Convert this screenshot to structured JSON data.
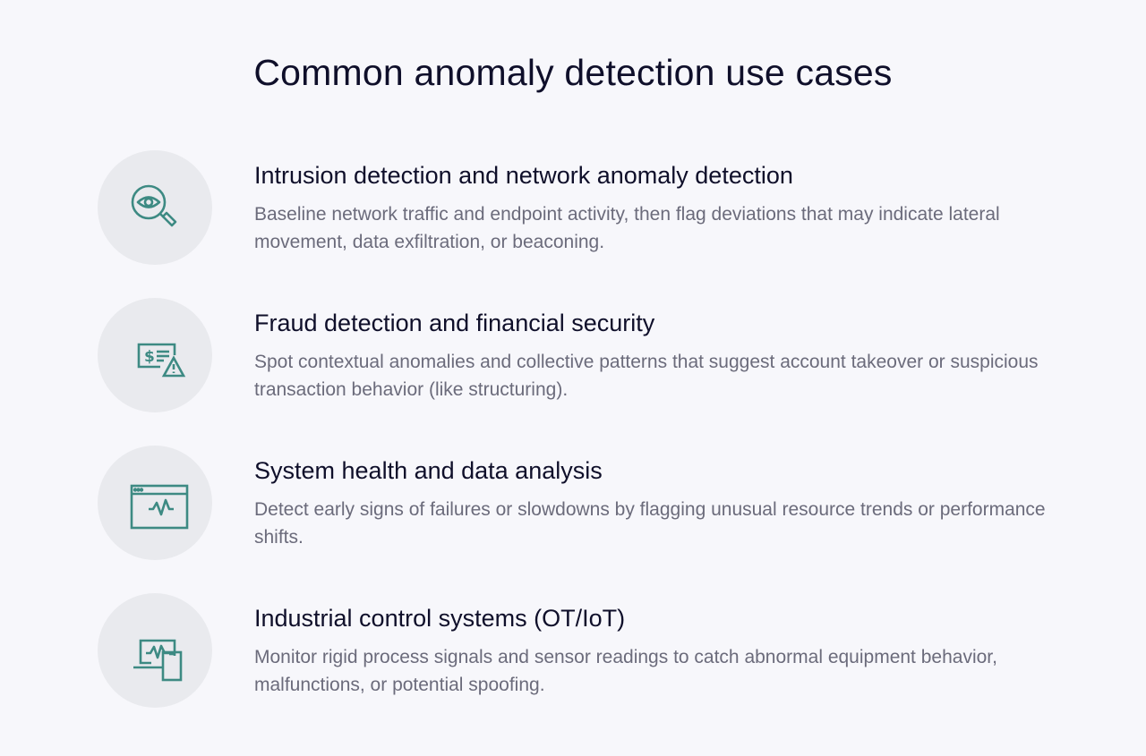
{
  "page": {
    "title": "Common anomaly detection use cases"
  },
  "colors": {
    "background": "#f7f7fb",
    "icon_circle": "#e9eaee",
    "icon_stroke": "#3d8a83",
    "title_text": "#0f0f2a",
    "body_text": "#6b6b7b"
  },
  "use_cases": [
    {
      "icon": "magnifier-eye-icon",
      "title": "Intrusion detection and network anomaly detection",
      "description": "Baseline network traffic and endpoint activity, then flag deviations that may indicate lateral movement, data exfiltration, or beaconing."
    },
    {
      "icon": "check-dollar-warning-icon",
      "title": "Fraud detection and financial security",
      "description": "Spot contextual anomalies and collective patterns that suggest account takeover or suspicious transaction behavior (like structuring)."
    },
    {
      "icon": "browser-pulse-icon",
      "title": "System health and data analysis",
      "description": "Detect early signs of failures or slowdowns by flagging unusual resource trends or performance shifts."
    },
    {
      "icon": "laptop-phone-pulse-icon",
      "title": "Industrial control systems (OT/IoT)",
      "description": "Monitor rigid process signals and sensor readings to catch abnormal equipment behavior, malfunctions, or potential spoofing."
    }
  ]
}
